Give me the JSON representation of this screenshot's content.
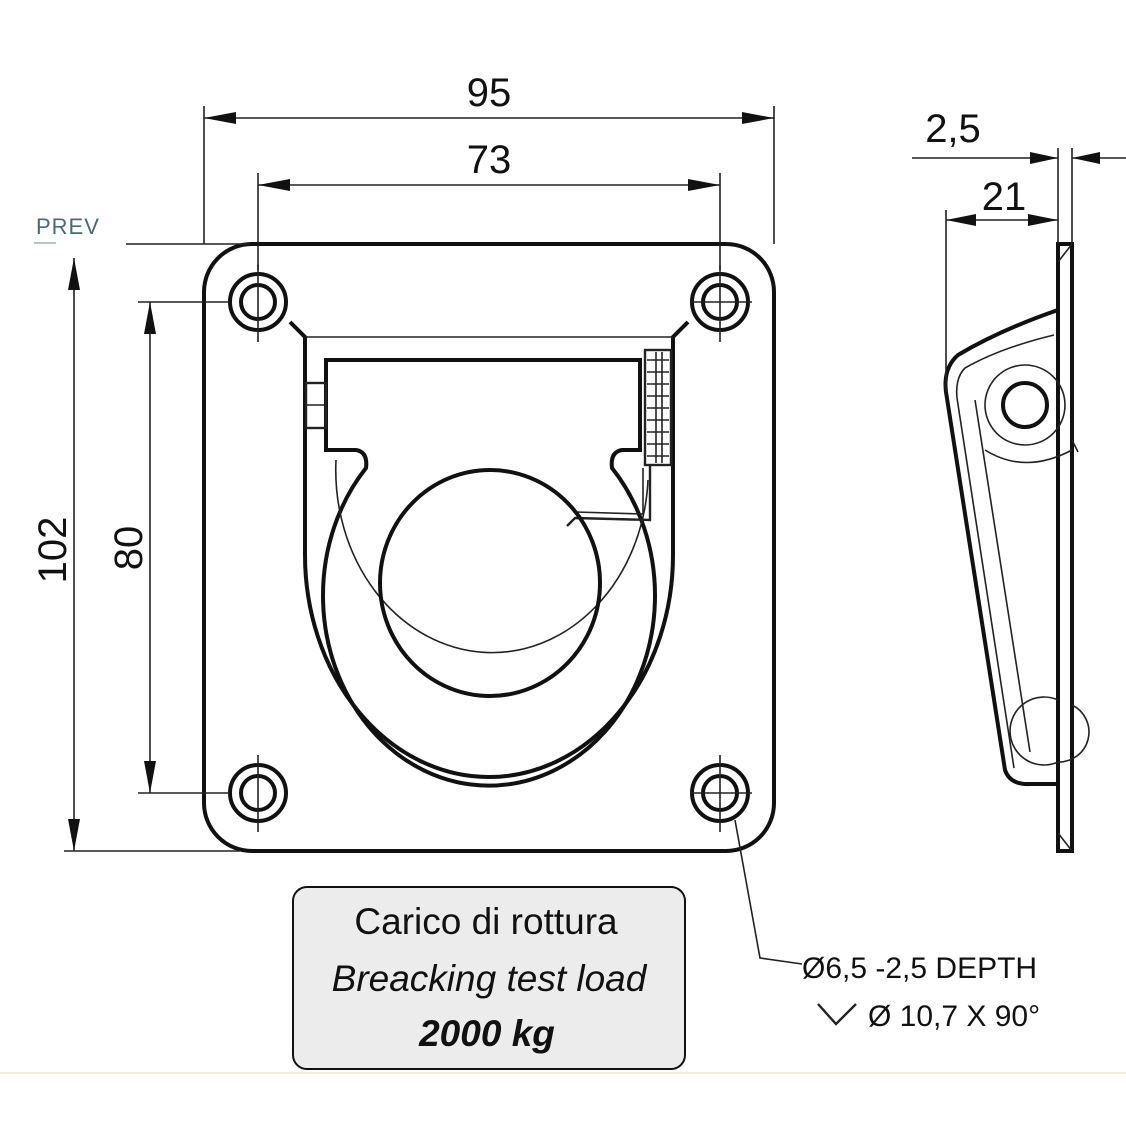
{
  "dimensions": {
    "overall_width": "95",
    "hole_spacing_width": "73",
    "overall_height": "102",
    "hole_spacing_height": "80",
    "plate_thickness": "2,5",
    "side_depth": "21"
  },
  "prev_label": "PREV",
  "hole_note": {
    "line1": "Ø6,5 -2,5 DEPTH",
    "line2": "Ø 10,7 X 90°"
  },
  "load_box": {
    "line_it": "Carico di rottura",
    "line_en": "Breacking test load",
    "value": "2000 kg"
  }
}
